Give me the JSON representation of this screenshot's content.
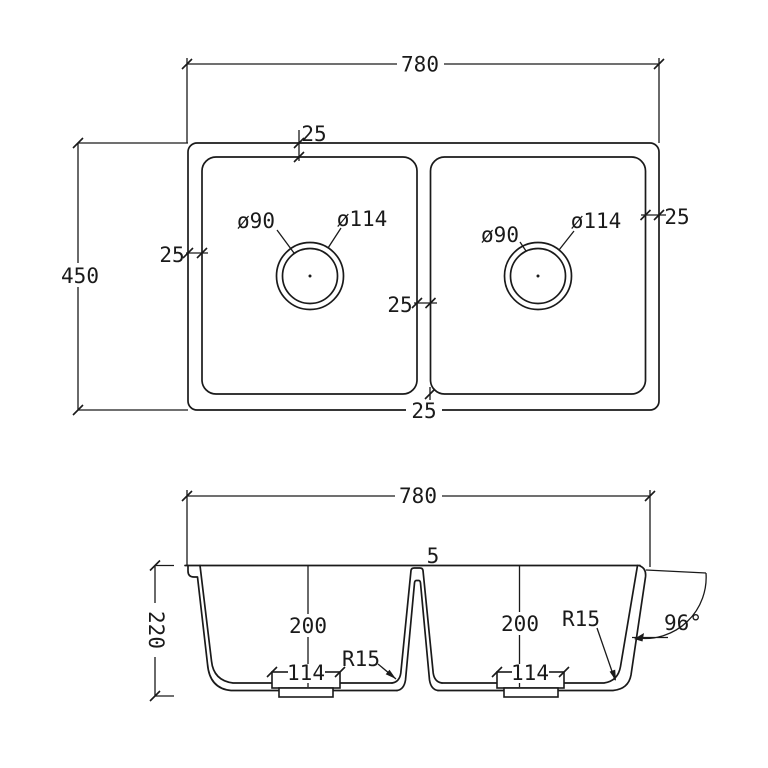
{
  "meta": {
    "title": "Double bowl sink dimension drawing",
    "background_color": "#ffffff",
    "line_color": "#1a1a1a"
  },
  "plan_view": {
    "overall_width": "780",
    "overall_depth": "450",
    "rim_top": "25",
    "rim_left": "25",
    "rim_right": "25",
    "rim_bottom": "25",
    "divider_width": "25",
    "left_bowl": {
      "drain_inner": "ø90",
      "drain_outer": "ø114"
    },
    "right_bowl": {
      "drain_inner": "ø90",
      "drain_outer": "ø114"
    }
  },
  "section_view": {
    "overall_width": "780",
    "overall_height": "220",
    "divider_top_width": "5",
    "wall_angle": "96°",
    "left_bowl": {
      "depth": "200",
      "drain_width": "114",
      "bottom_radius": "R15"
    },
    "right_bowl": {
      "depth": "200",
      "drain_width": "114",
      "bottom_radius": "R15"
    }
  }
}
